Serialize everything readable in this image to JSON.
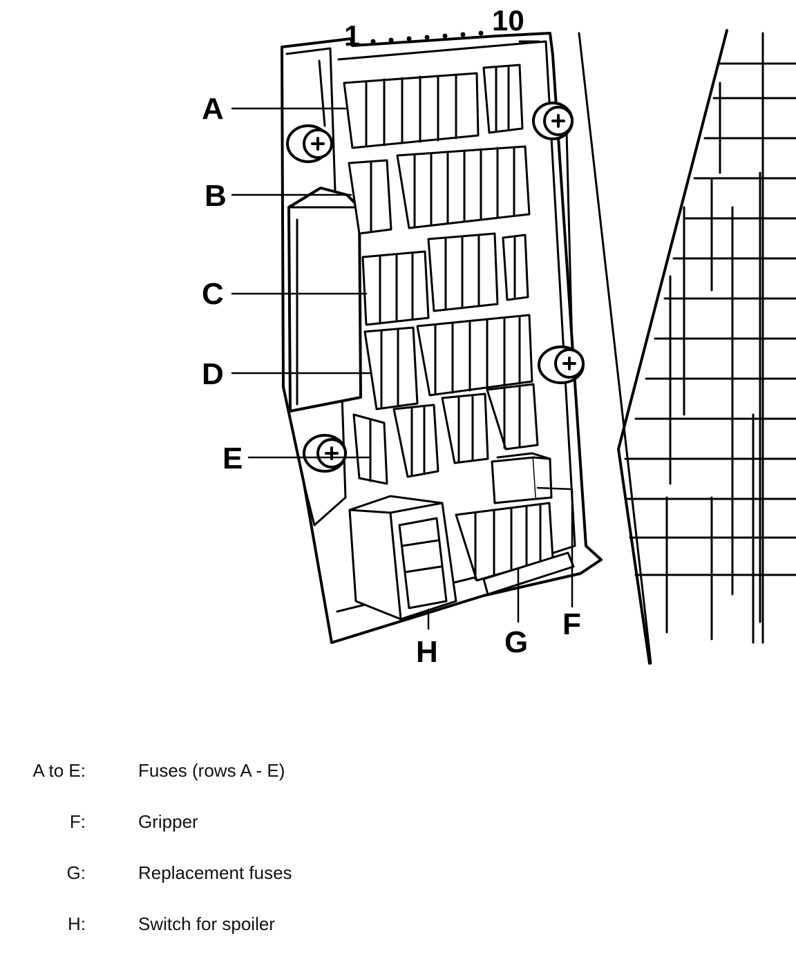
{
  "diagram": {
    "top_range": {
      "start": "1",
      "end": "10"
    },
    "callouts": {
      "A": "A",
      "B": "B",
      "C": "C",
      "D": "D",
      "E": "E",
      "F": "F",
      "G": "G",
      "H": "H"
    }
  },
  "legend": [
    {
      "key": "A to E:",
      "description": "Fuses (rows A - E)"
    },
    {
      "key": "F:",
      "description": "Gripper"
    },
    {
      "key": "G:",
      "description": "Replacement fuses"
    },
    {
      "key": "H:",
      "description": "Switch for spoiler"
    }
  ]
}
